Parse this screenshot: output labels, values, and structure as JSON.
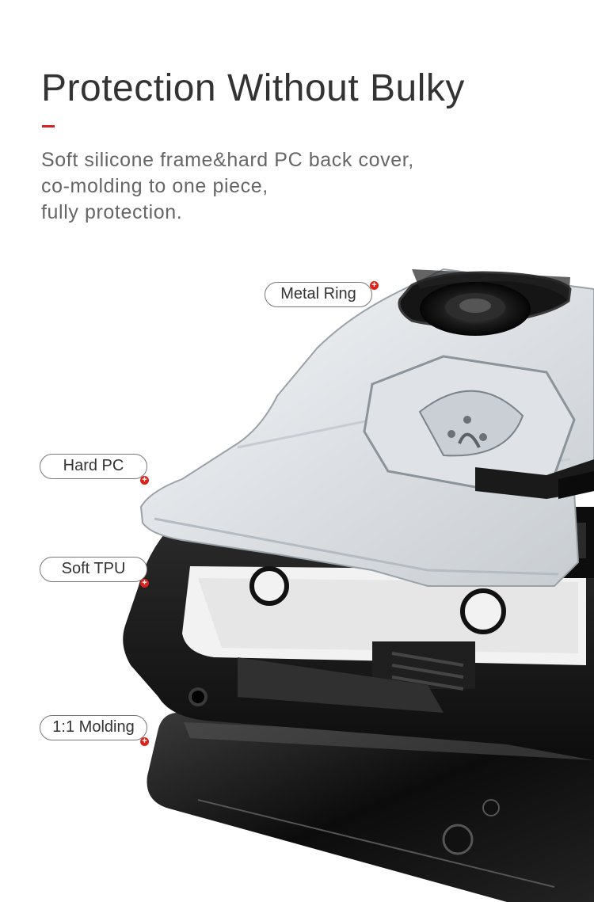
{
  "header": {
    "title": "Protection Without Bulky",
    "accent_color": "#d32222",
    "description_lines": [
      "Soft silicone frame&hard PC back cover,",
      "co-molding to one piece,",
      "fully protection."
    ]
  },
  "callouts": [
    {
      "label": "Metal Ring",
      "marker": "+"
    },
    {
      "label": "Hard PC",
      "marker": "+"
    },
    {
      "label": "Soft TPU",
      "marker": "+"
    },
    {
      "label": "1:1 Molding",
      "marker": "+"
    }
  ],
  "colors": {
    "marker": "#d9241d",
    "case_black": "#161616",
    "clear_pc": "#e9ecef"
  }
}
